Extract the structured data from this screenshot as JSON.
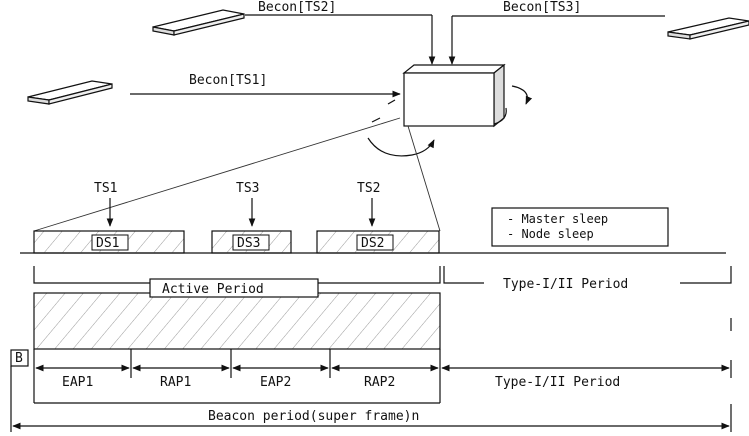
{
  "beacons": {
    "ts1": "Becon[TS1]",
    "ts2": "Becon[TS2]",
    "ts3": "Becon[TS3]"
  },
  "timeslots": {
    "ts1": "TS1",
    "ts3": "TS3",
    "ts2": "TS2"
  },
  "data_slots": {
    "ds1": "DS1",
    "ds3": "DS3",
    "ds2": "DS2"
  },
  "legend": {
    "line1": "- Master sleep",
    "line2": "- Node sleep"
  },
  "periods": {
    "active": "Active Period",
    "type_upper": "Type-I/II Period",
    "type_lower": "Type-I/II Period",
    "beacon_marker": "B",
    "superframe": "Beacon period(super frame)n"
  },
  "access_periods": {
    "eap1": "EAP1",
    "rap1": "RAP1",
    "eap2": "EAP2",
    "rap2": "RAP2"
  }
}
